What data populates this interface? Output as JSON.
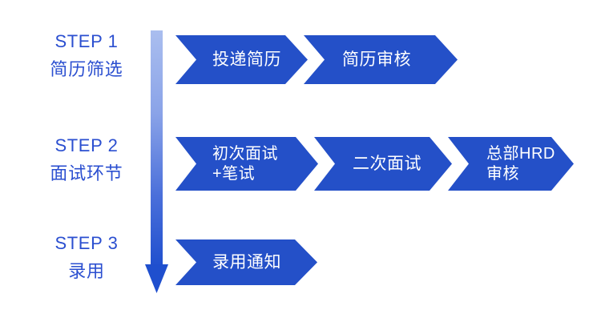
{
  "diagram": {
    "type": "process-flow",
    "title_visible": false,
    "background_color": "#FFFFFF",
    "accent_color": "#2450C8",
    "label_color": "#2B4FD0",
    "chevron_text_color": "#FFFFFF",
    "arrow_gradient_top": "#A8BCEE",
    "arrow_gradient_bottom": "#1F4FCE"
  },
  "steps": [
    {
      "id": "step-1",
      "title": "STEP 1",
      "subtitle": "简历筛选",
      "nodes": [
        {
          "id": "r1-c1",
          "line1": "投递简历",
          "line2": ""
        },
        {
          "id": "r1-c2",
          "line1": "简历审核",
          "line2": ""
        }
      ]
    },
    {
      "id": "step-2",
      "title": "STEP 2",
      "subtitle": "面试环节",
      "nodes": [
        {
          "id": "r2-c1",
          "line1": "初次面试",
          "line2": "+笔试"
        },
        {
          "id": "r2-c2",
          "line1": "二次面试",
          "line2": ""
        },
        {
          "id": "r2-c3",
          "line1": "总部HRD",
          "line2": "审核"
        }
      ]
    },
    {
      "id": "step-3",
      "title": "STEP 3",
      "subtitle": "录用",
      "nodes": [
        {
          "id": "r3-c1",
          "line1": "录用通知",
          "line2": ""
        }
      ]
    }
  ],
  "timeline": {
    "icon": "downward-arrow",
    "direction": "down"
  }
}
